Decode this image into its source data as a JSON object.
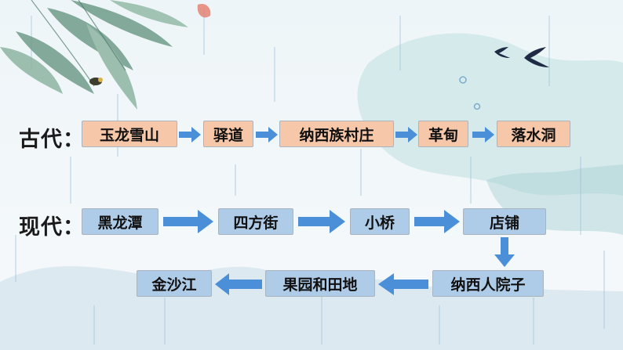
{
  "ancient": {
    "label": "古代：",
    "steps": [
      "玉龙雪山",
      "驿道",
      "纳西族村庄",
      "革甸",
      "落水洞"
    ]
  },
  "modern": {
    "label": "现代：",
    "steps": [
      "黑龙潭",
      "四方街",
      "小桥",
      "店铺",
      "纳西人院子",
      "果园和田地",
      "金沙江"
    ]
  },
  "colors": {
    "ancient_box": "#f6c7a9",
    "modern_box": "#aecbe7",
    "arrow": "#4a8fd8"
  }
}
